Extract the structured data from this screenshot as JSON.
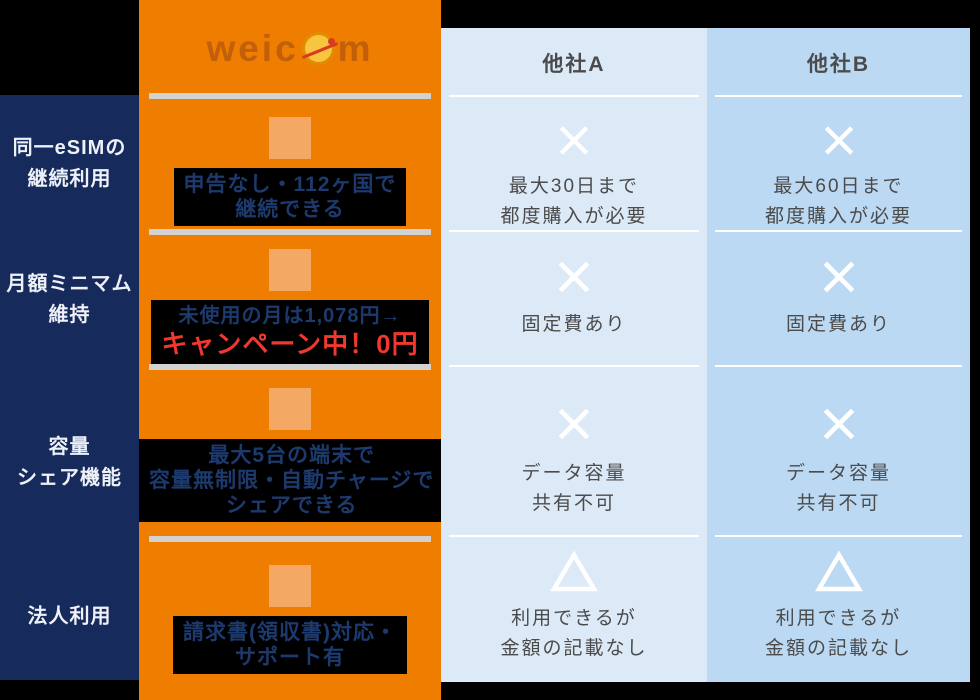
{
  "background_color": "#000000",
  "colors": {
    "label_column_bg": "#162A5C",
    "brand_column_bg": "#EE7D00",
    "brand_icon_placeholder": "#F3A963",
    "brand_text_navy": "#1D3A6E",
    "campaign_red": "#F0382E",
    "competitor_a_bg": "#DCE9F7",
    "competitor_b_bg": "#BCD9F3",
    "competitor_text": "#4B4B4B",
    "text_highlight_bg": "#000000",
    "divider_gray": "#D2D2D2",
    "mark_white": "#FFFFFF"
  },
  "brand": {
    "name": "WEICOM",
    "logo_left": "weic",
    "logo_right": "m"
  },
  "columns": {
    "competitor_a_header": "他社A",
    "competitor_b_header": "他社B"
  },
  "rows": [
    {
      "label_lines": [
        "同一eSIMの",
        "継続利用"
      ],
      "weicom_lines": [
        "申告なし・112ヶ国で",
        "継続できる"
      ],
      "competitor_a": {
        "mark": "×",
        "lines": [
          "最大30日まで",
          "都度購入が必要"
        ]
      },
      "competitor_b": {
        "mark": "×",
        "lines": [
          "最大60日まで",
          "都度購入が必要"
        ]
      }
    },
    {
      "label_lines": [
        "月額ミニマム",
        "維持"
      ],
      "weicom_lines": [
        "未使用の月は1,078円→",
        "キャンペーン中！0円"
      ],
      "competitor_a": {
        "mark": "×",
        "lines": [
          "固定費あり"
        ]
      },
      "competitor_b": {
        "mark": "×",
        "lines": [
          "固定費あり"
        ]
      }
    },
    {
      "label_lines": [
        "容量",
        "シェア機能"
      ],
      "weicom_lines": [
        "最大5台の端末で",
        "容量無制限・自動チャージで",
        "シェアできる"
      ],
      "competitor_a": {
        "mark": "×",
        "lines": [
          "データ容量",
          "共有不可"
        ]
      },
      "competitor_b": {
        "mark": "×",
        "lines": [
          "データ容量",
          "共有不可"
        ]
      }
    },
    {
      "label_lines": [
        "法人利用"
      ],
      "weicom_lines": [
        "請求書(領収書)対応・",
        "サポート有"
      ],
      "competitor_a": {
        "mark": "△",
        "lines": [
          "利用できるが",
          "金額の記載なし"
        ]
      },
      "competitor_b": {
        "mark": "△",
        "lines": [
          "利用できるが",
          "金額の記載なし"
        ]
      }
    }
  ]
}
